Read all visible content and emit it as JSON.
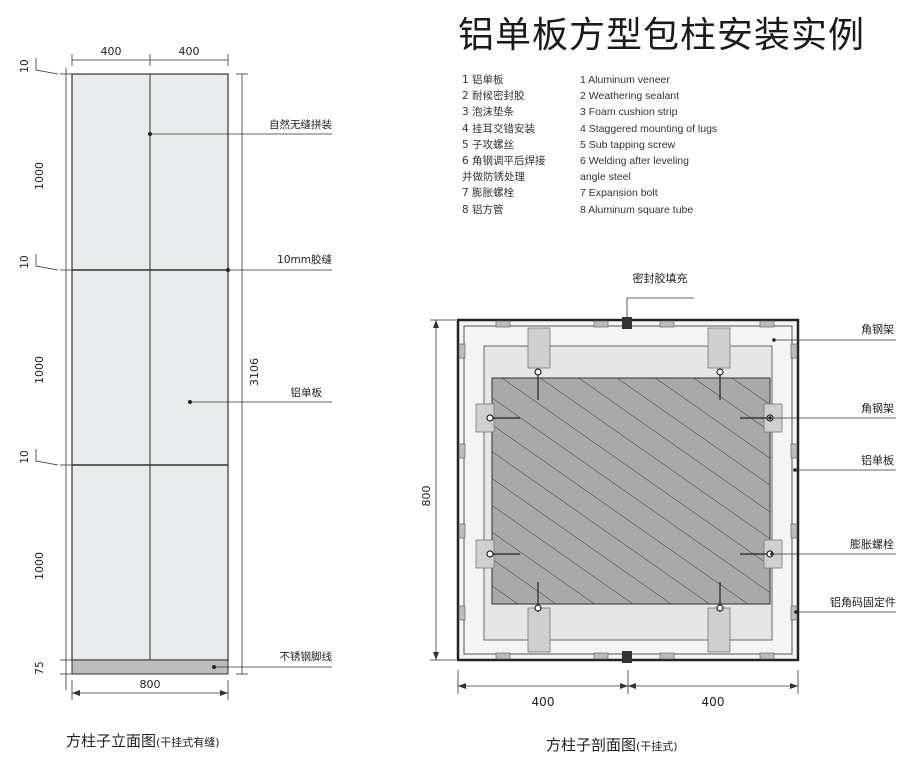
{
  "title": "铝单板方型包柱安装实例",
  "legend": [
    {
      "zh": "1 铝单板",
      "en": "1 Aluminum veneer"
    },
    {
      "zh": "2 耐候密封胶",
      "en": "2 Weathering sealant"
    },
    {
      "zh": "3 泡沫垫条",
      "en": "3 Foam cushion strip"
    },
    {
      "zh": "4 挂耳交错安装",
      "en": "4 Staggered mounting of lugs"
    },
    {
      "zh": "5 子攻螺丝",
      "en": "5 Sub tapping screw"
    },
    {
      "zh": "6 角钢调平后焊接",
      "en": "6 Welding after leveling"
    },
    {
      "zh": "并做防锈处理",
      "en": "angle steel"
    },
    {
      "zh": "7 膨胀螺栓",
      "en": "7 Expansion bolt"
    },
    {
      "zh": "8 铝方管",
      "en": "8 Aluminum square tube"
    }
  ],
  "elevation": {
    "dim_top_left": "400",
    "dim_top_right": "400",
    "dim_gap_1": "10",
    "dim_panel_1": "1000",
    "dim_gap_2": "10",
    "dim_panel_2": "1000",
    "dim_gap_3": "10",
    "dim_panel_3": "1000",
    "dim_base": "75",
    "dim_total_height": "3106",
    "dim_bottom_width": "800",
    "label_seamless": "自然无缝拼装",
    "label_glue_gap": "10mm胶缝",
    "label_panel": "铝单板",
    "label_skirting": "不锈钢脚线",
    "caption_main": "方柱子立面图",
    "caption_sub": "(干挂式有缝)"
  },
  "section": {
    "label_sealant": "密封胶填充",
    "label_angle_frame_1": "角钢架",
    "label_angle_frame_2": "角钢架",
    "label_panel": "铝单板",
    "label_bolt": "膨胀螺栓",
    "label_corner_code": "铝角码固定件",
    "dim_height": "800",
    "dim_bottom_left": "400",
    "dim_bottom_right": "400",
    "caption_main": "方柱子剖面图",
    "caption_sub": "(干挂式)"
  }
}
